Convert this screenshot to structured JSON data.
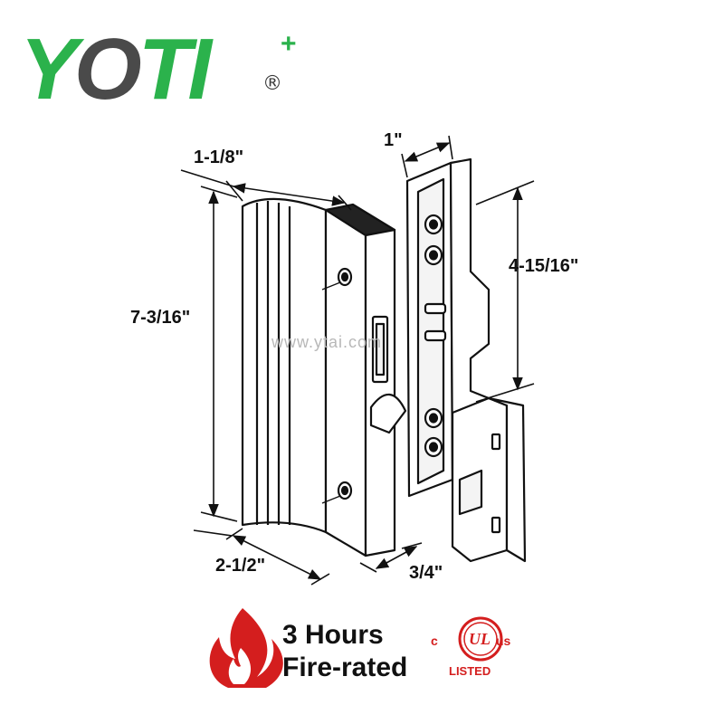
{
  "brand": {
    "logo_text_y": "Y",
    "logo_text_o": "O",
    "logo_text_ti": "TI",
    "registered_mark": "®",
    "plus_mark": "+"
  },
  "dimensions": {
    "handle_depth": "1-1/8\"",
    "keeper_width": "1\"",
    "handle_height": "7-3/16\"",
    "keeper_height": "4-15/16\"",
    "handle_width": "2-1/2\"",
    "handle_thickness": "3/4\""
  },
  "watermark": "www.ytai.com",
  "certification": {
    "fire_line1": "3 Hours",
    "fire_line2": "Fire-rated",
    "ul_c": "c",
    "ul_us": "us",
    "ul_letters": "UL",
    "ul_listed": "LISTED"
  },
  "colors": {
    "brand_green": "#2bb24c",
    "brand_gray": "#4a4a4a",
    "fire_red": "#d41e1e",
    "line": "#111111"
  }
}
